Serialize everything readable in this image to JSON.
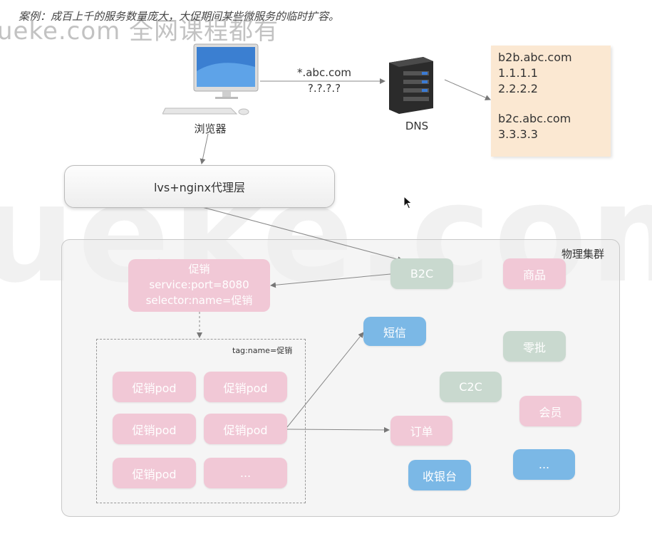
{
  "title": "案例：成百上千的服务数量庞大，大促期间某些微服务的临时扩容。",
  "watermark": {
    "top": "ueke.com 全网课程都有",
    "big": "ueke.com"
  },
  "browser": {
    "label": "浏览器"
  },
  "request": {
    "domain": "*.abc.com",
    "ip": "?.?.?.?"
  },
  "dns": {
    "label": "DNS"
  },
  "dns_records": {
    "line1": "b2b.abc.com",
    "line2": "1.1.1.1",
    "line3": "2.2.2.2",
    "line4": "b2c.abc.com",
    "line5": "3.3.3.3"
  },
  "proxy": {
    "label": "lvs+nginx代理层"
  },
  "cluster": {
    "label": "物理集群"
  },
  "service": {
    "line1": "促销",
    "line2": "service:port=8080",
    "line3": "selector:name=促销"
  },
  "pod_area": {
    "tag": "tag:name=促销"
  },
  "pods": [
    "促销pod",
    "促销pod",
    "促销pod",
    "促销pod",
    "促销pod",
    "..."
  ],
  "services": {
    "b2c": "B2C",
    "goods": "商品",
    "sms": "短信",
    "retail": "零批",
    "c2c": "C2C",
    "member": "会员",
    "order": "订单",
    "cashier": "收银台",
    "more": "..."
  },
  "colors": {
    "pink": "#f1c8d6",
    "green": "#c9d9cf",
    "blue": "#7bb8e6",
    "note": "#fbe8d2"
  },
  "icons": [
    "desktop-computer-icon",
    "server-icon",
    "mouse-cursor-icon"
  ]
}
